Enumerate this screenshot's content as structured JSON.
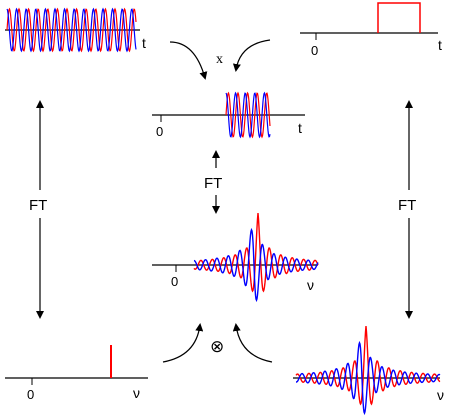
{
  "labels": {
    "ft_left": "FT",
    "ft_center": "FT",
    "ft_right": "FT",
    "t_topleft": "t",
    "t_topright": "t",
    "t_center": "t",
    "nu_center": "ν",
    "nu_bottomleft": "ν",
    "nu_bottomright": "ν",
    "zero_topright": "0",
    "zero_center_top": "0",
    "zero_center_mid": "0",
    "zero_bottomleft": "0",
    "multiply": "x",
    "convolve": "⊗"
  },
  "colors": {
    "real": "#ff0000",
    "imag": "#0000ff",
    "axis": "#000000"
  }
}
